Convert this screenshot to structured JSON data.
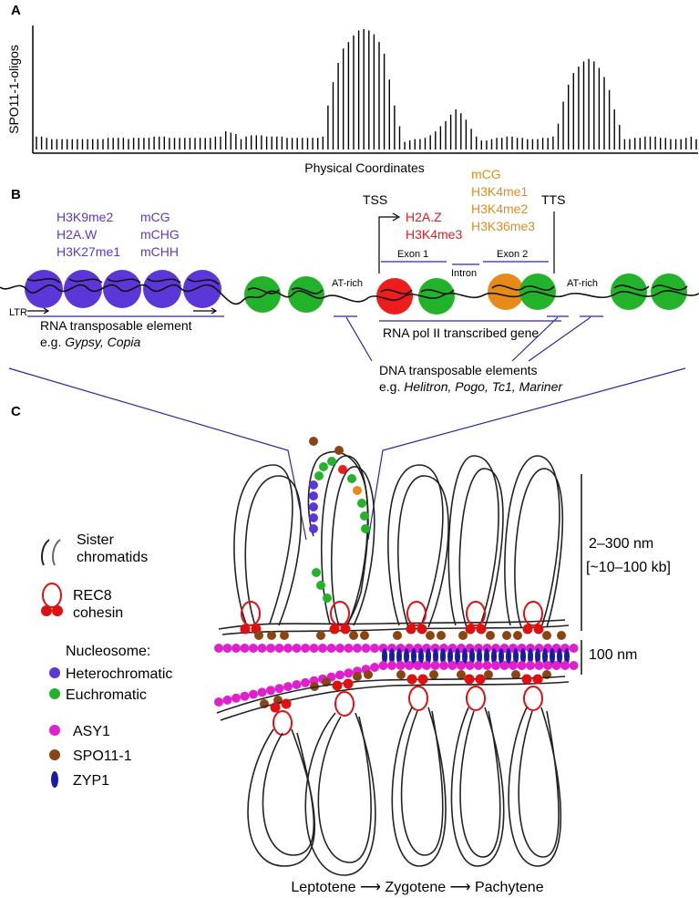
{
  "panels": {
    "a": "A",
    "b": "B",
    "c": "C"
  },
  "chart_data": {
    "type": "bar",
    "title": "",
    "xlabel": "Physical Coordinates",
    "ylabel": "SPO11-1-oligos",
    "ylim": [
      0,
      100
    ],
    "values": [
      10,
      10,
      9,
      8,
      8,
      8,
      8,
      8,
      8,
      8,
      8,
      8,
      8,
      8,
      9,
      9,
      9,
      9,
      8,
      9,
      9,
      9,
      9,
      10,
      10,
      10,
      9,
      9,
      9,
      9,
      9,
      9,
      9,
      9,
      9,
      10,
      10,
      14,
      13,
      12,
      8,
      10,
      11,
      11,
      11,
      10,
      10,
      10,
      10,
      9,
      9,
      9,
      9,
      9,
      9,
      9,
      10,
      34,
      52,
      67,
      78,
      83,
      88,
      92,
      93,
      92,
      89,
      83,
      74,
      54,
      34,
      18,
      6,
      7,
      8,
      8,
      9,
      11,
      14,
      18,
      22,
      27,
      31,
      28,
      23,
      16,
      10,
      7,
      7,
      8,
      9,
      9,
      10,
      10,
      9,
      9,
      8,
      8,
      8,
      9,
      9,
      10,
      20,
      37,
      50,
      59,
      64,
      68,
      70,
      68,
      63,
      56,
      46,
      31,
      19,
      8,
      8,
      9,
      9,
      10,
      10,
      10,
      9,
      9,
      8,
      8,
      8,
      9,
      10,
      8
    ]
  },
  "panel_b": {
    "left_marks_col1": [
      "H3K9me2",
      "H2A.W",
      "H3K27me1"
    ],
    "left_marks_col2": [
      "mCG",
      "mCHG",
      "mCHH"
    ],
    "tss": "TSS",
    "tts": "TTS",
    "tss_marks": [
      "H2A.Z",
      "H3K4me3"
    ],
    "gene_marks": [
      "mCG",
      "H3K4me1",
      "H3K4me2",
      "H3K36me3"
    ],
    "exon1": "Exon 1",
    "exon2": "Exon 2",
    "intron": "Intron",
    "at_rich_1": "AT-rich",
    "at_rich_2": "AT-rich",
    "ltr": "LTR",
    "rna_te_label": "RNA transposable element",
    "rna_te_eg": "e.g.",
    "rna_te_examples": "Gypsy, Copia",
    "gene_label": "RNA pol II transcribed gene",
    "dna_te_label": "DNA transposable elements",
    "dna_te_eg": "e.g.",
    "dna_te_examples": "Helitron, Pogo, Tc1, Mariner"
  },
  "panel_c": {
    "legend": {
      "sister_chromatids_1": "Sister",
      "sister_chromatids_2": "chromatids",
      "rec8_1": "REC8",
      "rec8_2": "cohesin",
      "nucleosome": "Nucleosome:",
      "heterochromatic": "Heterochromatic",
      "euchromatic": "Euchromatic",
      "asy1": "ASY1",
      "spo11": "SPO11-1",
      "zyp1": "ZYP1"
    },
    "scale_loop_1": "2–300 nm",
    "scale_loop_2": "[~10–100 kb]",
    "scale_axis": "100 nm",
    "stages": [
      "Leptotene",
      "Zygotene",
      "Pachytene"
    ],
    "arrow": "⟶"
  },
  "colors": {
    "heterochromatic": "#5b37d9",
    "euchromatic": "#22b32a",
    "h2az": "#ee1c1c",
    "gene_body": "#e88a1a",
    "asy1": "#e01fcf",
    "spo11": "#8b4513",
    "zyp1": "#1a1aa8",
    "rec8": "#e01010",
    "guide_line": "#2a2aa0"
  }
}
